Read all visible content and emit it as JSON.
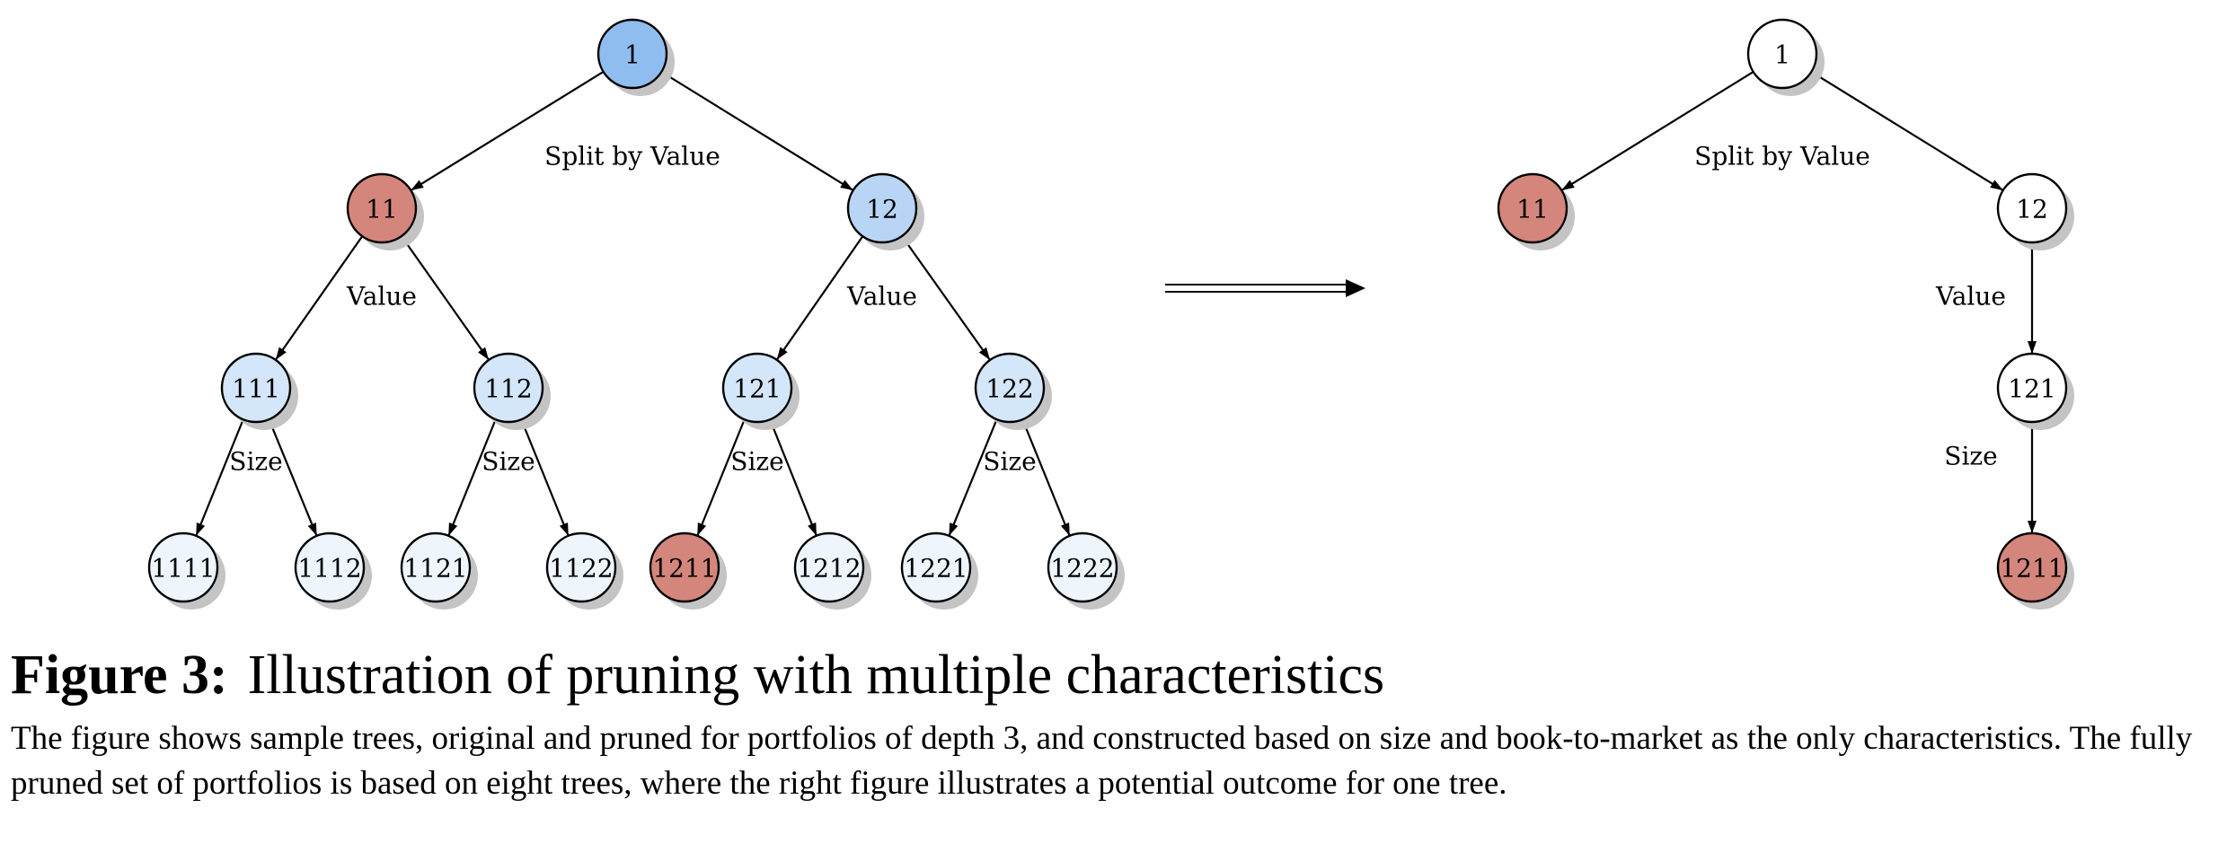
{
  "trees": [
    {
      "id": "original",
      "nodes": [
        {
          "id": "1",
          "label": "1",
          "fill": "#8fbdef"
        },
        {
          "id": "11",
          "label": "11",
          "fill": "#d4867c"
        },
        {
          "id": "12",
          "label": "12",
          "fill": "#b8d5f5"
        },
        {
          "id": "111",
          "label": "111",
          "fill": "#d3e6fa"
        },
        {
          "id": "112",
          "label": "112",
          "fill": "#d3e6fa"
        },
        {
          "id": "121",
          "label": "121",
          "fill": "#d3e6fa"
        },
        {
          "id": "122",
          "label": "122",
          "fill": "#d3e6fa"
        },
        {
          "id": "1111",
          "label": "1111",
          "fill": "#eef5fd"
        },
        {
          "id": "1112",
          "label": "1112",
          "fill": "#eef5fd"
        },
        {
          "id": "1121",
          "label": "1121",
          "fill": "#eef5fd"
        },
        {
          "id": "1122",
          "label": "1122",
          "fill": "#eef5fd"
        },
        {
          "id": "1211",
          "label": "1211",
          "fill": "#d4867c"
        },
        {
          "id": "1212",
          "label": "1212",
          "fill": "#eef5fd"
        },
        {
          "id": "1221",
          "label": "1221",
          "fill": "#eef5fd"
        },
        {
          "id": "1222",
          "label": "1222",
          "fill": "#eef5fd"
        }
      ],
      "edges": [
        [
          "1",
          "11"
        ],
        [
          "1",
          "12"
        ],
        [
          "11",
          "111"
        ],
        [
          "11",
          "112"
        ],
        [
          "12",
          "121"
        ],
        [
          "12",
          "122"
        ],
        [
          "111",
          "1111"
        ],
        [
          "111",
          "1112"
        ],
        [
          "112",
          "1121"
        ],
        [
          "112",
          "1122"
        ],
        [
          "121",
          "1211"
        ],
        [
          "121",
          "1212"
        ],
        [
          "122",
          "1221"
        ],
        [
          "122",
          "1222"
        ]
      ],
      "edge_labels": [
        {
          "id": "split-root",
          "text": "Split by Value"
        },
        {
          "id": "value-11",
          "text": "Value"
        },
        {
          "id": "value-12",
          "text": "Value"
        },
        {
          "id": "size-111",
          "text": "Size"
        },
        {
          "id": "size-112",
          "text": "Size"
        },
        {
          "id": "size-121",
          "text": "Size"
        },
        {
          "id": "size-122",
          "text": "Size"
        }
      ]
    },
    {
      "id": "pruned",
      "nodes": [
        {
          "id": "1",
          "label": "1",
          "fill": "#ffffff"
        },
        {
          "id": "11",
          "label": "11",
          "fill": "#d4867c"
        },
        {
          "id": "12",
          "label": "12",
          "fill": "#ffffff"
        },
        {
          "id": "121",
          "label": "121",
          "fill": "#ffffff"
        },
        {
          "id": "1211",
          "label": "1211",
          "fill": "#d4867c"
        }
      ],
      "edges": [
        [
          "1",
          "11"
        ],
        [
          "1",
          "12"
        ],
        [
          "12",
          "121"
        ],
        [
          "121",
          "1211"
        ]
      ],
      "edge_labels": [
        {
          "id": "split-root",
          "text": "Split by Value"
        },
        {
          "id": "value-12",
          "text": "Value"
        },
        {
          "id": "size-121",
          "text": "Size"
        }
      ]
    }
  ],
  "caption": {
    "label": "Figure 3:",
    "title": "Illustration of pruning with multiple characteristics",
    "text": "The figure shows sample trees, original and pruned for portfolios of depth 3, and constructed based on size and book-to-market as the only characteristics. The fully pruned set of portfolios is based on eight trees, where the right figure illustrates a potential outcome for one tree."
  }
}
